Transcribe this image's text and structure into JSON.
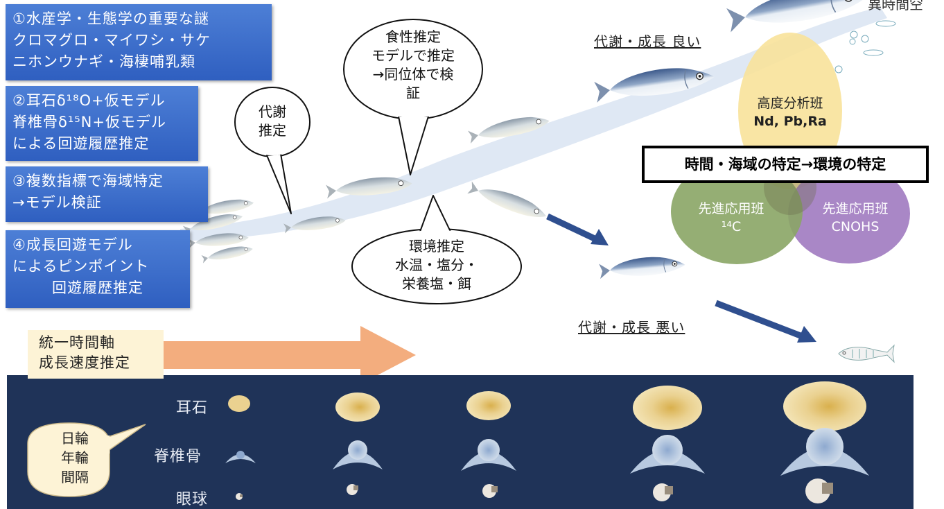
{
  "top_right_label": "異時間空",
  "research_topics": [
    {
      "lines": [
        "①水産学・生態学の重要な謎",
        "クロマグロ・マイワシ・サケ",
        "ニホンウナギ・海棲哺乳類"
      ]
    },
    {
      "lines": [
        "②耳石δ¹⁸O+仮モデル",
        "脊椎骨δ¹⁵N+仮モデル",
        "による回遊履歴推定"
      ]
    },
    {
      "lines": [
        "③複数指標で海域特定",
        "→モデル検証"
      ]
    },
    {
      "lines": [
        "④成長回遊モデル",
        "によるピンポイント",
        "回遊履歴推定"
      ]
    }
  ],
  "bubbles": {
    "metabolism": [
      "代謝",
      "推定"
    ],
    "diet": [
      "食性推定",
      "モデルで推定",
      "→同位体で検",
      "証"
    ],
    "environment": [
      "環境推定",
      "水温・塩分・",
      "栄養塩・餌"
    ]
  },
  "labels": {
    "good": "代謝・成長 良い",
    "bad": "代謝・成長 悪い"
  },
  "venn": {
    "advanced_analysis": {
      "title": "高度分析班",
      "sub": "Nd, Pb,Ra",
      "color": "#f8e29a"
    },
    "applied_c14": {
      "title": "先進応用班",
      "sub": "¹⁴C",
      "color": "#8aa565"
    },
    "applied_cnohs": {
      "title": "先進応用班",
      "sub": "CNOHS",
      "color": "#a07ac0"
    },
    "focus_box": "時間・海域の特定→環境の特定"
  },
  "timeline": {
    "lines": [
      "統一時間軸",
      "成長速度推定"
    ],
    "arrow_color": "#f3ad7e"
  },
  "bottom_rows": {
    "otolith": "耳石",
    "vertebra": "脊椎骨",
    "eyeball": "眼球"
  },
  "speech_bubble": [
    "日輪",
    "年輪",
    "間隔"
  ],
  "colors": {
    "panel": "#1f3358",
    "blue_box": "#3a6ccc",
    "arrow": "#2f4f8f"
  }
}
